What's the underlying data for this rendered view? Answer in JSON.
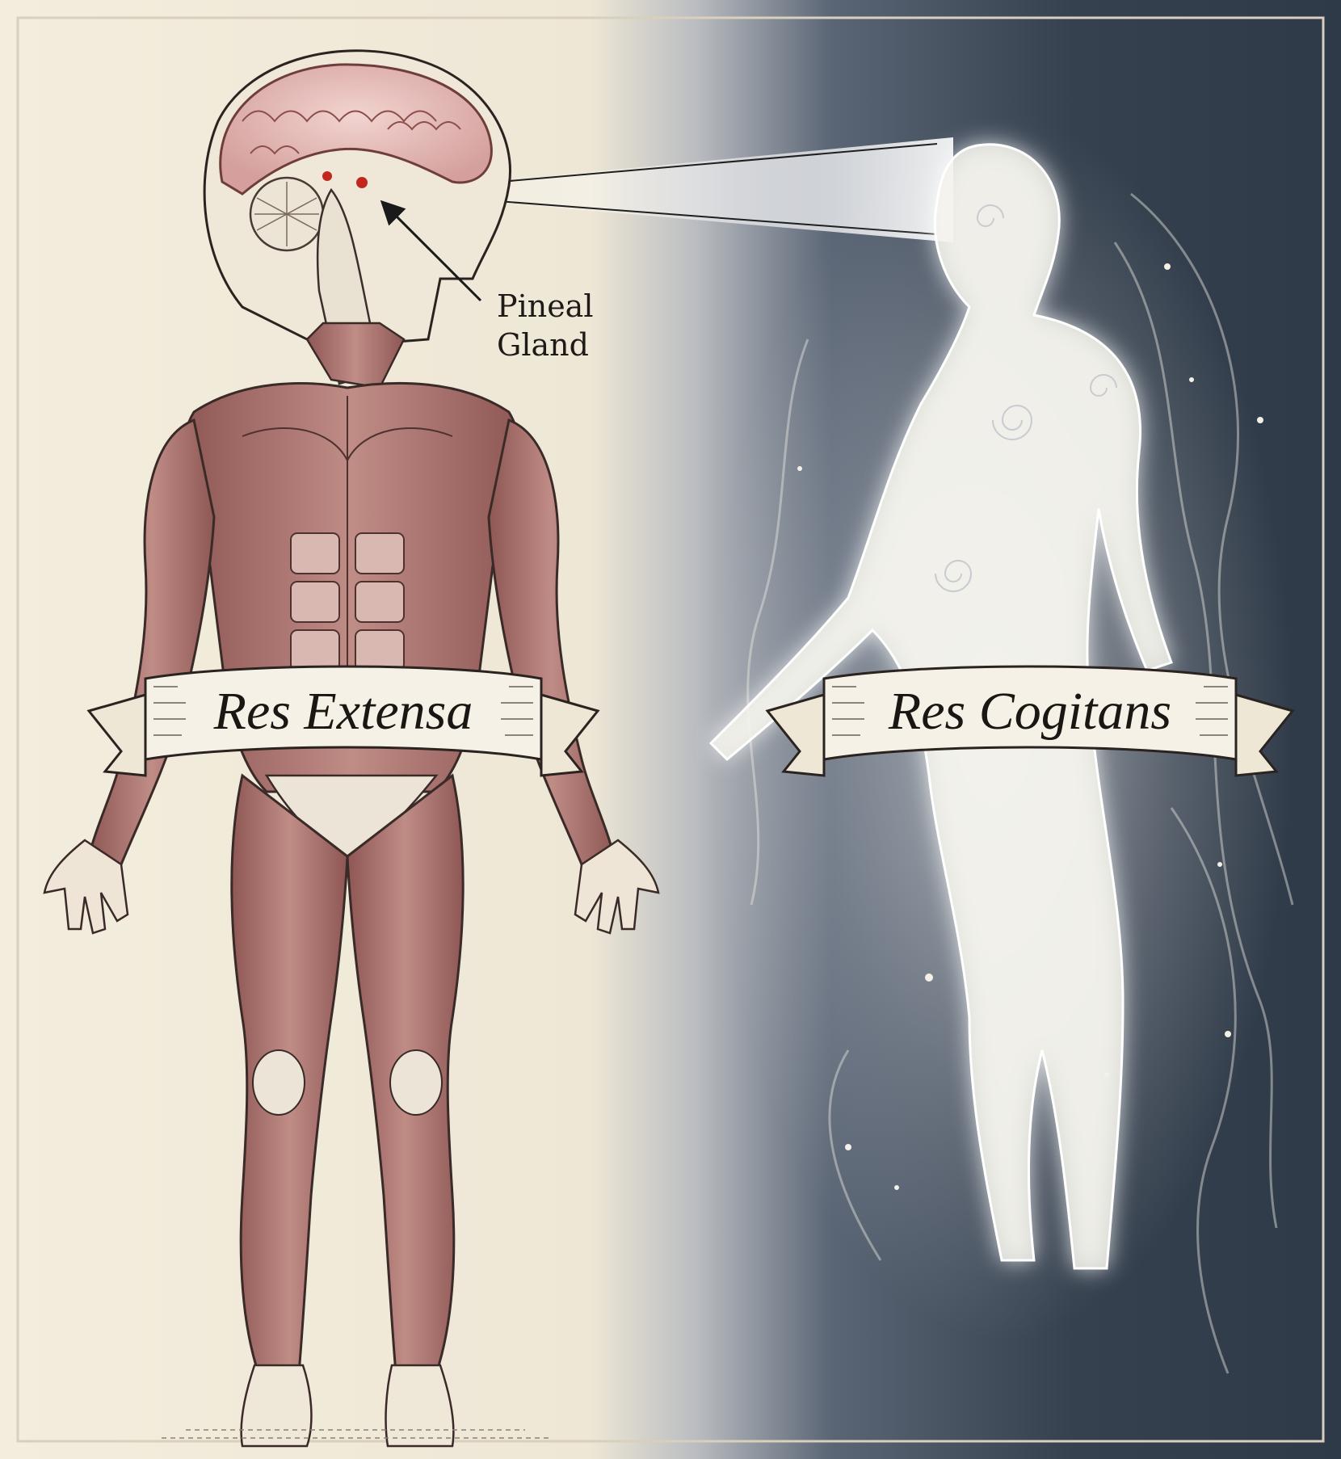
{
  "annotation": {
    "line1": "Pineal",
    "line2": "Gland"
  },
  "banners": {
    "left": "Res Extensa",
    "right": "Res Cogitans"
  },
  "colors": {
    "paper": "#f2ecdd",
    "night": "#2e3a4c",
    "muscle": "#a86e6a",
    "muscle_dark": "#7c4a48",
    "ink": "#2a2320",
    "glow": "#f6f2e8",
    "gland": "#c0281e"
  },
  "icons": {
    "arrow": "arrow-icon",
    "spark": "spark-icon"
  }
}
